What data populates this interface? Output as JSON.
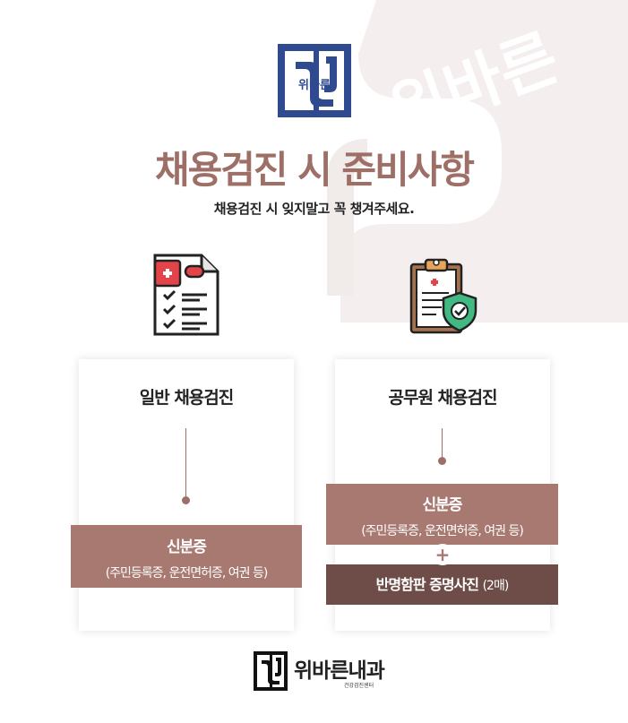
{
  "brand": {
    "logo_text": "위바른",
    "watermark_text": "위바른",
    "footer_name": "위바른내과",
    "footer_sub": "건강검진센터"
  },
  "header": {
    "title": "채용검진 시 준비사항",
    "subtitle": "채용검진 시 잊지말고 꼭 챙겨주세요."
  },
  "cards": [
    {
      "title": "일반 채용검진",
      "items": [
        {
          "main": "신분증",
          "sub": "(주민등록증, 운전면허증, 여권 등)"
        }
      ]
    },
    {
      "title": "공무원 채용검진",
      "items": [
        {
          "main": "신분증",
          "sub": "(주민등록증, 운전면허증, 여권 등)"
        }
      ],
      "plus": "+",
      "extra": {
        "main": "반명함판 증명사진",
        "count": "(2매)"
      }
    }
  ],
  "colors": {
    "accent": "#9e6f67",
    "band": "#a87970",
    "band_dark": "#6e4d48",
    "logo_blue": "#2f4a8f"
  },
  "icons": {
    "card1": "medical-checklist-icon",
    "card2": "clipboard-shield-icon"
  }
}
